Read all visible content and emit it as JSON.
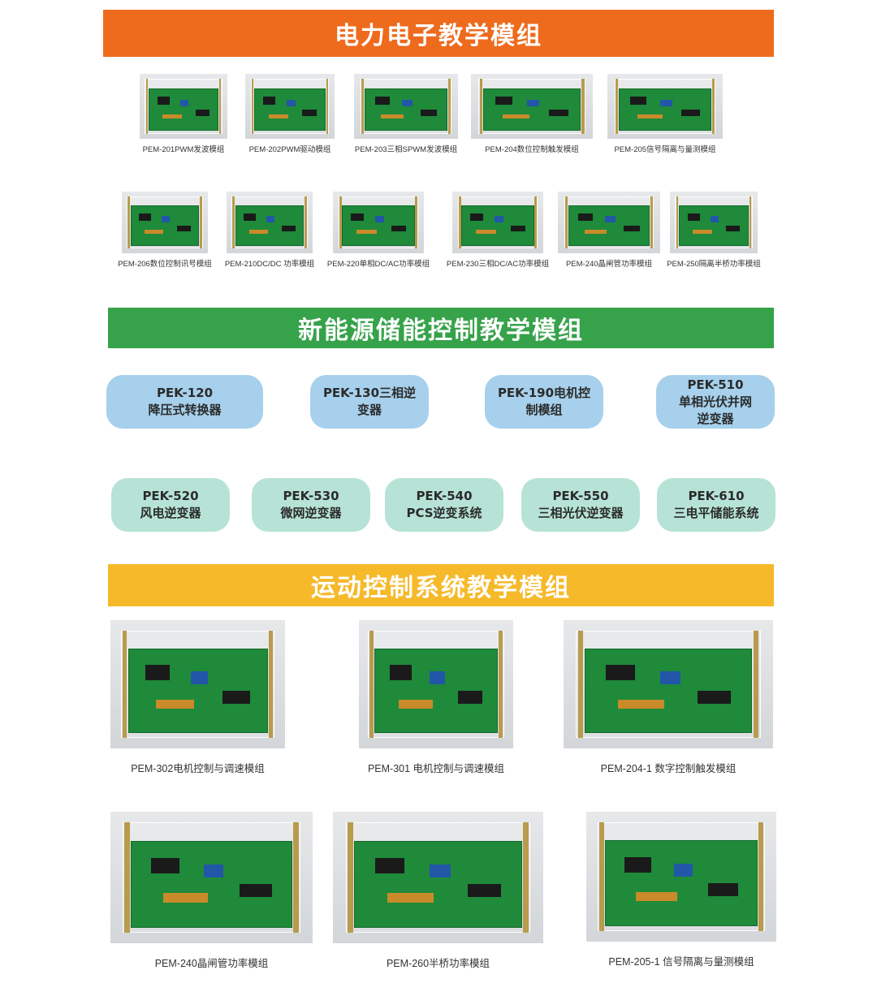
{
  "colors": {
    "section1": "#ee6b1e",
    "section2": "#36a24a",
    "section3": "#f6b92a",
    "pill_blue": "#a6d0ec",
    "pill_mint": "#b6e3d6"
  },
  "sections": {
    "power": "电力电子教学模组",
    "energy": "新能源储能控制教学模组",
    "motion": "运动控制系统教学模组"
  },
  "power_modules": [
    "PEM-201PWM发波模组",
    "PEM-202PWM驱动模组",
    "PEM-203三相SPWM发波模组",
    "PEM-204数位控制触发模组",
    "PEM-205信号隔离与量测模组",
    "PEM-206数位控制讯号模组",
    "PEM-210DC/DC 功率模组",
    "PEM-220单相DC/AC功率模组",
    "PEM-230三相DC/AC功率模组",
    "PEM-240晶闸管功率模组",
    "PEM-250隔离半桥功率模组"
  ],
  "energy_modules": [
    {
      "l1": "PEK-120",
      "l2": "降压式转换器",
      "l3": ""
    },
    {
      "l1": "PEK-130三相逆",
      "l2": "变器",
      "l3": ""
    },
    {
      "l1": "PEK-190电机控",
      "l2": "制模组",
      "l3": ""
    },
    {
      "l1": "PEK-510",
      "l2": "单相光伏并网",
      "l3": "逆变器"
    },
    {
      "l1": "PEK-520",
      "l2": "风电逆变器",
      "l3": ""
    },
    {
      "l1": "PEK-530",
      "l2": "微网逆变器",
      "l3": ""
    },
    {
      "l1": "PEK-540",
      "l2": "PCS逆变系统",
      "l3": ""
    },
    {
      "l1": "PEK-550",
      "l2": "三相光伏逆变器",
      "l3": ""
    },
    {
      "l1": "PEK-610",
      "l2": "三电平储能系统",
      "l3": ""
    }
  ],
  "motion_modules": [
    "PEM-302电机控制与调速模组",
    "PEM-301 电机控制与调速模组",
    "PEM-204-1 数字控制触发模组",
    "PEM-240晶闸管功率模组",
    "PEM-260半桥功率模组",
    "PEM-205-1 信号隔离与量测模组"
  ]
}
